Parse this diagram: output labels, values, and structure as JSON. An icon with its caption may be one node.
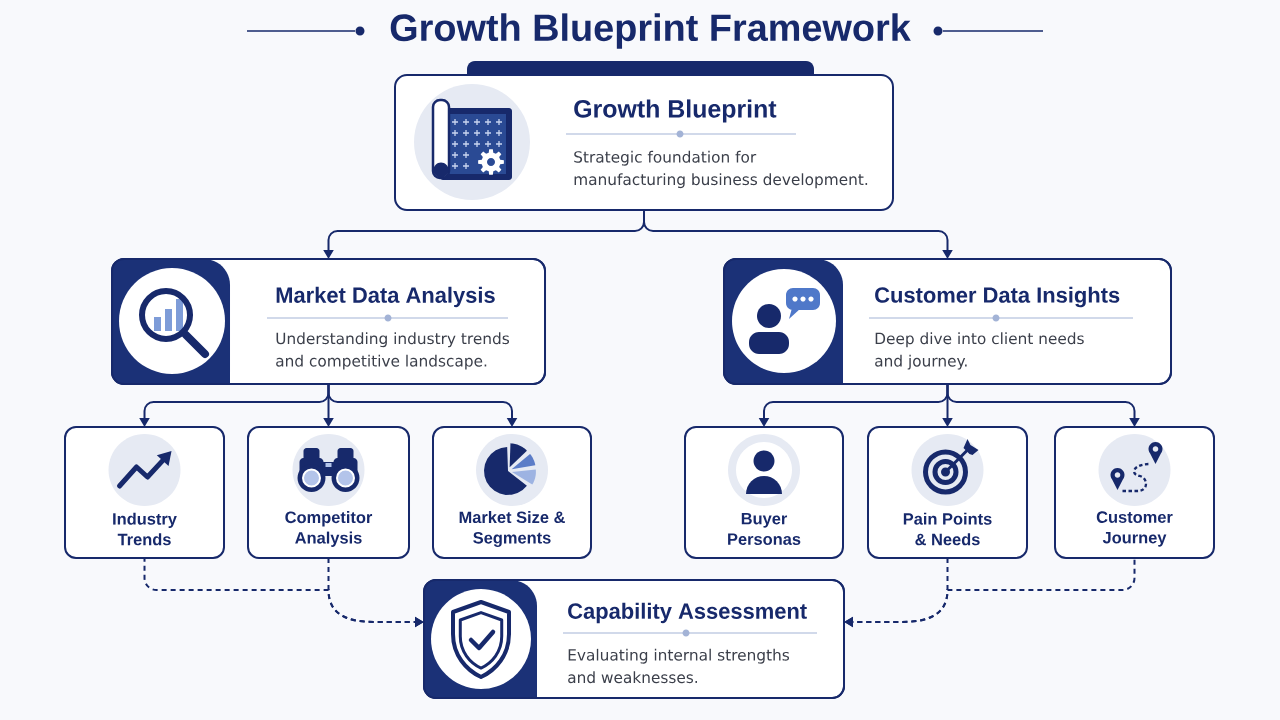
{
  "diagram": {
    "title": "Growth Blueprint Framework",
    "nodes": [
      {
        "text": [
          "Growth Blueprint",
          "Strategic foundation for manufacturing business development."
        ]
      },
      {
        "text": [
          "Market Data Analysis",
          "Understanding industry trends and competitive landscape."
        ]
      },
      {
        "text": [
          "Customer Data Insights",
          "Deep dive into client needs and journey."
        ]
      },
      {
        "text": [
          "Industry Trends"
        ]
      },
      {
        "text": [
          "Competitor Analysis"
        ]
      },
      {
        "text": [
          "Market Size & Segments"
        ]
      },
      {
        "text": [
          "Buyer Personas"
        ]
      },
      {
        "text": [
          "Pain Points & Needs"
        ]
      },
      {
        "text": [
          "Customer Journey"
        ]
      },
      {
        "text": [
          "Capability Assessment",
          "Evaluating internal strengths and weaknesses."
        ]
      }
    ],
    "edges": [
      {
        "from": 0,
        "to": 1,
        "arrow": "to"
      },
      {
        "from": 0,
        "to": 2,
        "arrow": "to"
      },
      {
        "from": 1,
        "to": 3,
        "arrow": "to"
      },
      {
        "from": 1,
        "to": 4,
        "arrow": "to"
      },
      {
        "from": 1,
        "to": 5,
        "arrow": "to"
      },
      {
        "from": 2,
        "to": 6,
        "arrow": "to"
      },
      {
        "from": 2,
        "to": 7,
        "arrow": "to"
      },
      {
        "from": 2,
        "to": 8,
        "arrow": "to"
      },
      {
        "from": 3,
        "to": 9,
        "arrow": "to",
        "style": "dashed"
      },
      {
        "from": 4,
        "to": 9,
        "arrow": "to",
        "style": "dashed"
      },
      {
        "from": 7,
        "to": 9,
        "arrow": "to",
        "style": "dashed"
      },
      {
        "from": 8,
        "to": 9,
        "arrow": "to",
        "style": "dashed"
      }
    ]
  }
}
